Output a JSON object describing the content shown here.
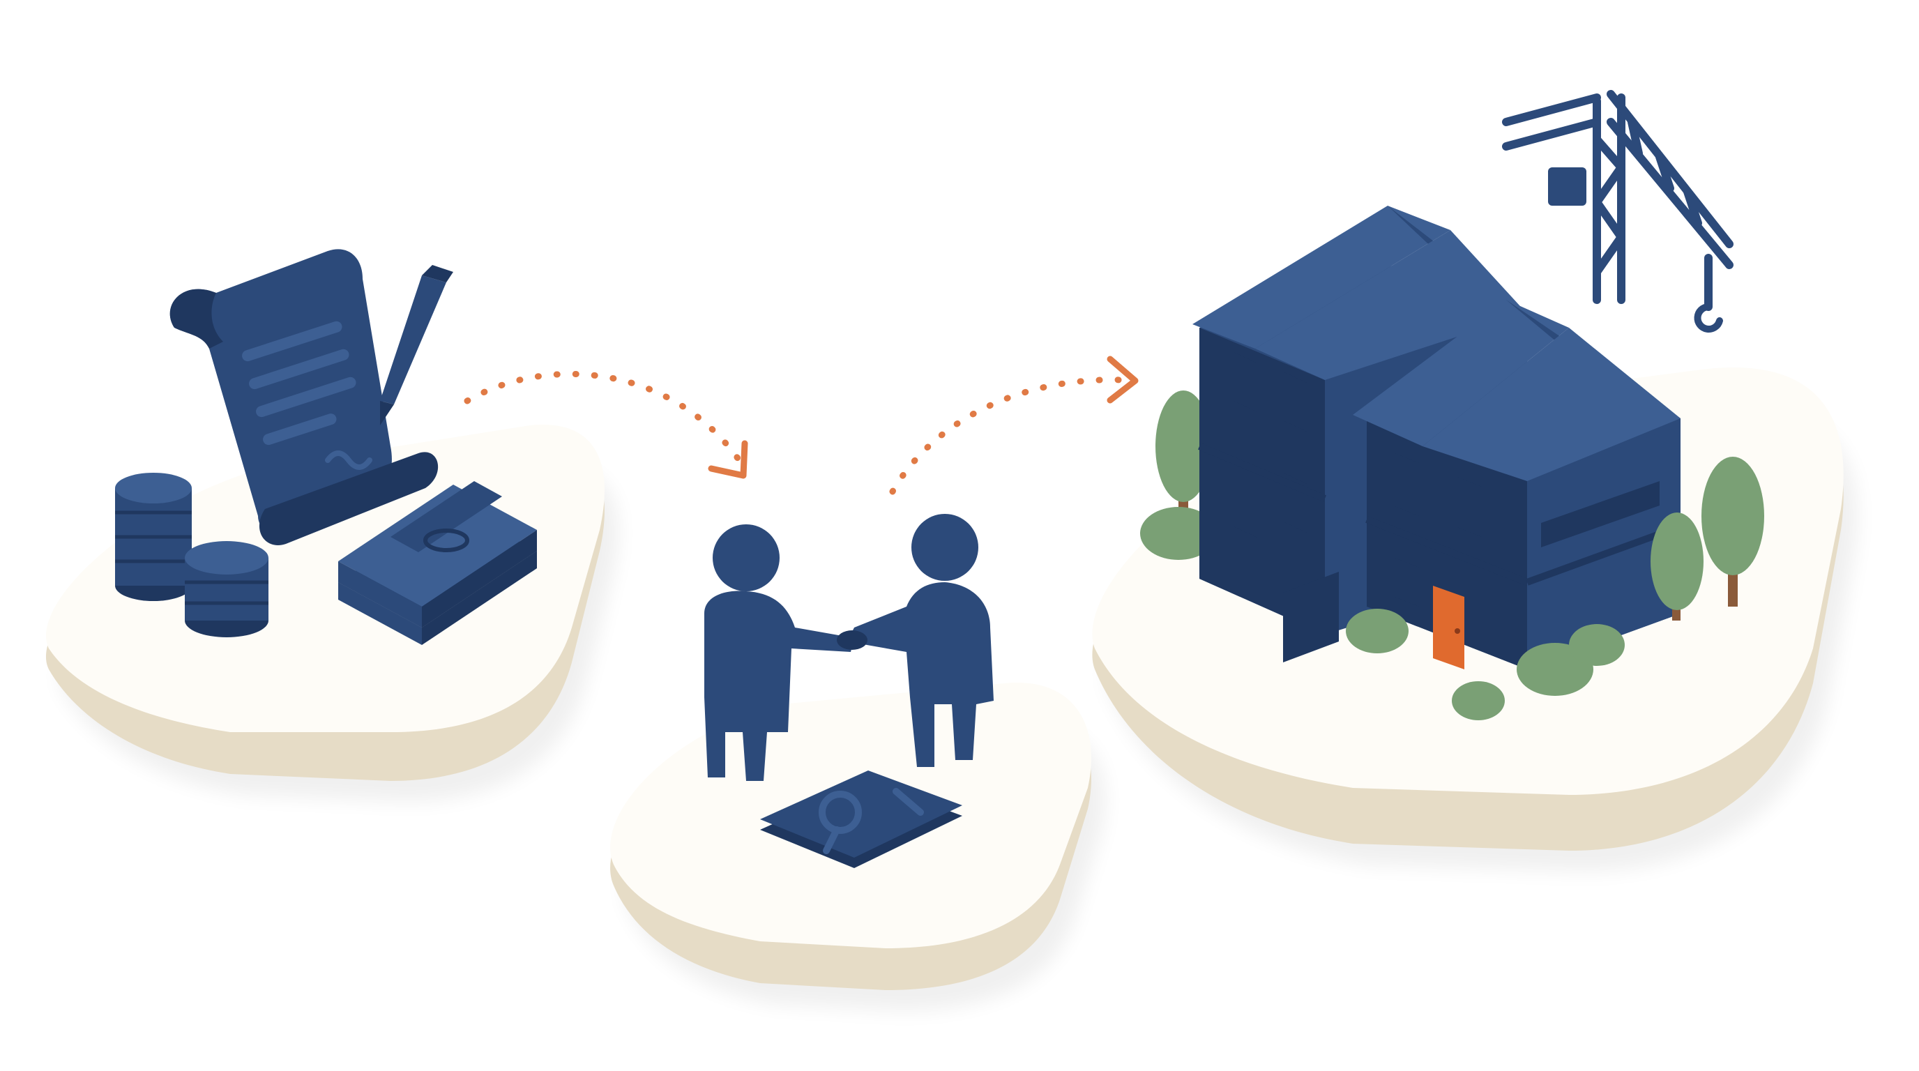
{
  "scene": {
    "steps": [
      {
        "id": "financing",
        "contents": [
          "contract-scroll-icon",
          "pen-icon",
          "coin-stack-icon",
          "cash-stack-icon"
        ]
      },
      {
        "id": "agreement",
        "contents": [
          "handshake-figures-icon",
          "key-card-icon"
        ]
      },
      {
        "id": "construction",
        "contents": [
          "house-icon",
          "crane-icon",
          "tree-icon",
          "bush-icon"
        ]
      }
    ],
    "connectors": [
      "dotted-arrow",
      "dotted-arrow"
    ]
  },
  "colors": {
    "navy": "#2c4a7a",
    "navy_dark": "#1f375f",
    "navy_light": "#3d5f93",
    "platform_top": "#fefcf7",
    "platform_side": "#e6dcc6",
    "arrow": "#e07a45",
    "door": "#e06a2e",
    "tree": "#7aa075",
    "trunk": "#8a5a3a"
  }
}
